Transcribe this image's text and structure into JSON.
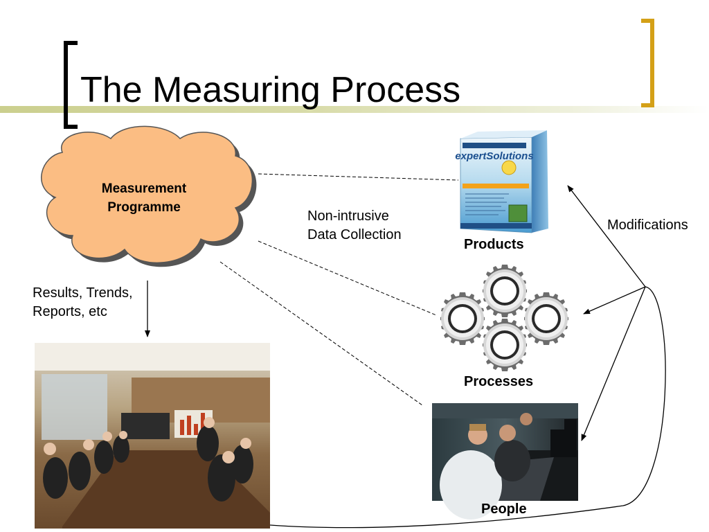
{
  "slide": {
    "title": "The Measuring Process"
  },
  "diagram": {
    "cloud_label": "Measurement\nProgramme",
    "results_label": "Results, Trends,\nReports, etc",
    "collection_label": "Non-intrusive\nData Collection",
    "modifications_label": "Modifications",
    "products_label": "Products",
    "processes_label": "Processes",
    "people_label": "People",
    "box_brand": "expertSolutions",
    "accent_bracket_color": "#d4a017",
    "cloud_fill": "#fbbd83"
  }
}
